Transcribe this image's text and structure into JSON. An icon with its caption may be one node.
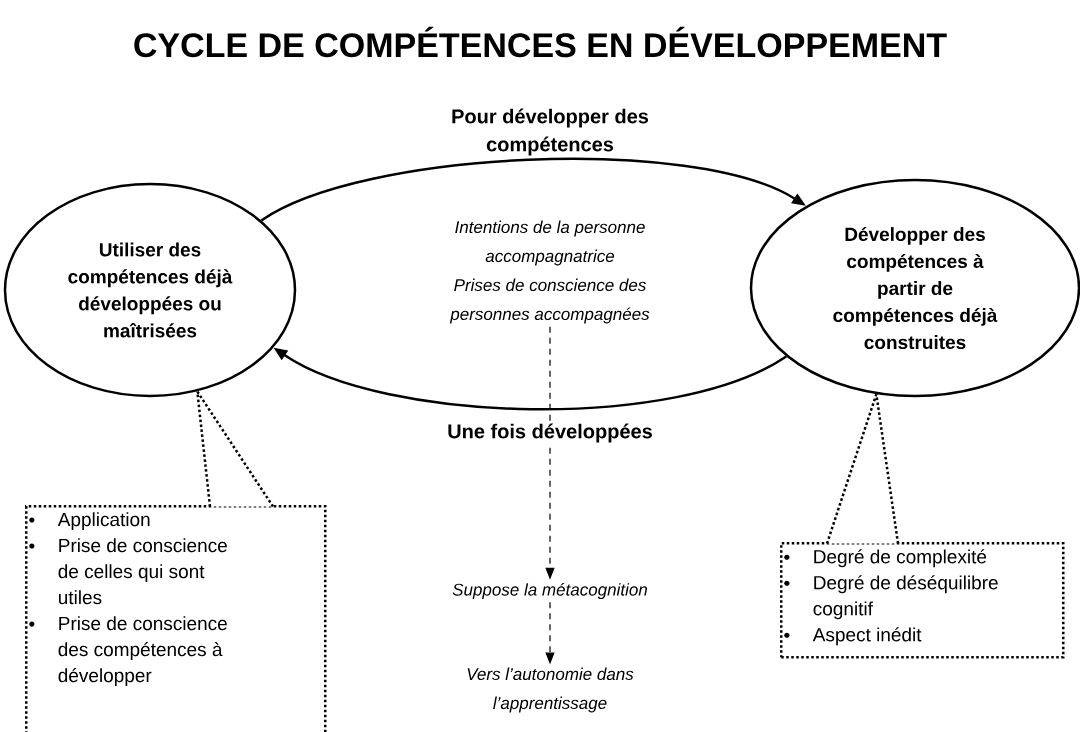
{
  "diagram": {
    "title": "CYCLE DE COMPÉTENCES EN DÉVELOPPEMENT",
    "nodes": [
      {
        "text": [
          "Utiliser des compétences déjà développées ou maîtrisées"
        ]
      },
      {
        "text": [
          "Développer des compétences à partir de compétences déjà construites"
        ]
      },
      {
        "text": [
          "Intentions de la personne accompagnatrice",
          "Prises de conscience des personnes accompagnées"
        ]
      },
      {
        "text": [
          "Suppose la métacognition"
        ]
      },
      {
        "text": [
          "Vers l’autonomie dans l’apprentissage"
        ]
      },
      {
        "text": [
          "Application",
          "Prise de conscience de celles qui sont utiles",
          "Prise de conscience des compétences à développer"
        ]
      },
      {
        "text": [
          "Degré de complexité",
          "Degré de déséquilibre cognitif",
          "Aspect inédit"
        ]
      }
    ],
    "edges": [
      {
        "from": 0,
        "to": 1,
        "arrow": "to",
        "label": "Pour développer des compétences"
      },
      {
        "from": 1,
        "to": 0,
        "arrow": "to",
        "label": "Une fois développées"
      },
      {
        "from": 2,
        "to": 3,
        "arrow": "to",
        "style": "dashed"
      },
      {
        "from": 3,
        "to": 4,
        "arrow": "to",
        "style": "dashed"
      },
      {
        "from": 5,
        "to": 0,
        "arrow": "none",
        "style": "dashed"
      },
      {
        "from": 6,
        "to": 1,
        "arrow": "none",
        "style": "dashed"
      }
    ]
  }
}
